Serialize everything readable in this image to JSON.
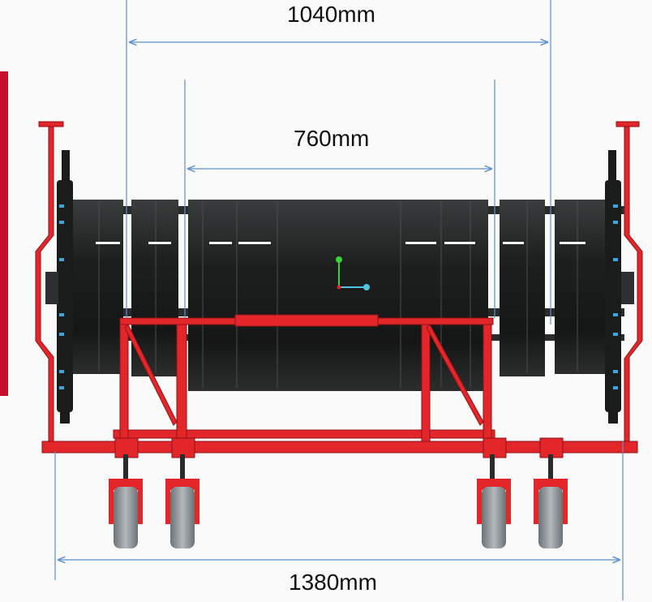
{
  "dimensions": {
    "outer_roller_span": "1040mm",
    "inner_roller_span": "760mm",
    "overall_width": "1380mm"
  },
  "colors": {
    "frame_red": "#e3262a",
    "roller_black": "#1d1f1f",
    "dimension_line_blue": "#5b8fd0",
    "accent_stripe_red": "#c8102e",
    "wheel_gray": "#8a8f93"
  }
}
